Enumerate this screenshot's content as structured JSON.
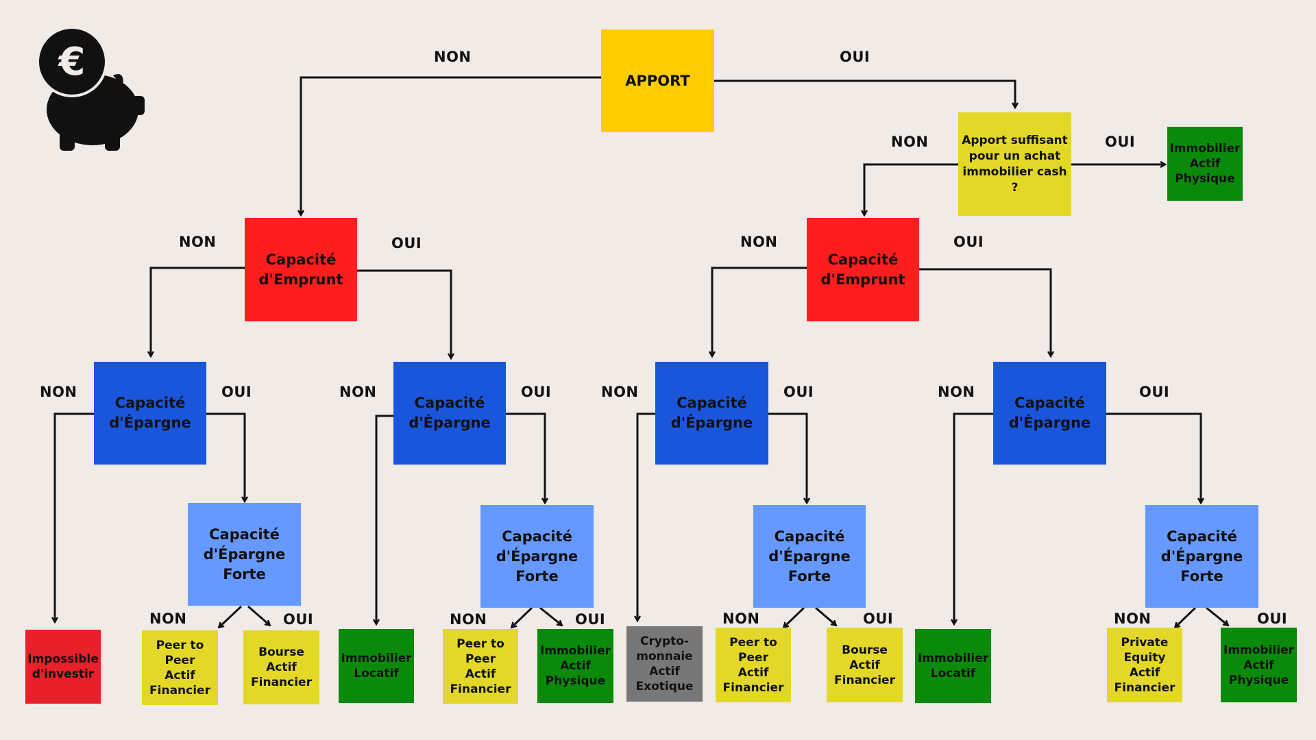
{
  "icons": {
    "logo": "piggy-bank-euro-icon",
    "currency": "euro-icon"
  },
  "colors": {
    "background": "#f0ebe7",
    "apport": "#ffcc00",
    "emprunt": "#ff1d1d",
    "epargne": "#1a56db",
    "forte": "#6699ff",
    "yellow_green": "#e3d827",
    "green": "#0a8a0a",
    "grey": "#777777",
    "red_leaf": "#e8202a"
  },
  "root": {
    "label": "APPORT",
    "no": "NON",
    "yes": "OUI"
  },
  "cash_check": {
    "label": "Apport suffisant\npour un achat\nimmobilier cash ?",
    "no": "NON",
    "yes": "OUI"
  },
  "cash_leaf": "Immobilier\nActif\nPhysique",
  "left": {
    "emprunt": {
      "label": "Capacité\nd'Emprunt",
      "no": "NON",
      "yes": "OUI"
    },
    "a": {
      "epargne": {
        "label": "Capacité\nd'Épargne",
        "no": "NON",
        "yes": "OUI"
      },
      "no_leaf": "Impossible\nd'investir",
      "forte": {
        "label": "Capacité\nd'Épargne\nForte",
        "no": "NON",
        "yes": "OUI"
      },
      "forte_no_leaf": "Peer to\nPeer\nActif\nFinancier",
      "forte_yes_leaf": "Bourse\nActif\nFinancier"
    },
    "b": {
      "epargne": {
        "label": "Capacité\nd'Épargne",
        "no": "NON",
        "yes": "OUI"
      },
      "no_leaf": "Immobilier\nLocatif",
      "forte": {
        "label": "Capacité\nd'Épargne\nForte",
        "no": "NON",
        "yes": "OUI"
      },
      "forte_no_leaf": "Peer to\nPeer\nActif\nFinancier",
      "forte_yes_leaf": "Immobilier\nActif\nPhysique"
    }
  },
  "right": {
    "emprunt": {
      "label": "Capacité\nd'Emprunt",
      "no": "NON",
      "yes": "OUI"
    },
    "a": {
      "epargne": {
        "label": "Capacité\nd'Épargne",
        "no": "NON",
        "yes": "OUI"
      },
      "no_leaf": "Crypto-\nmonnaie\nActif\nExotique",
      "forte": {
        "label": "Capacité\nd'Épargne\nForte",
        "no": "NON",
        "yes": "OUI"
      },
      "forte_no_leaf": "Peer to\nPeer\nActif\nFinancier",
      "forte_yes_leaf": "Bourse\nActif\nFinancier"
    },
    "b": {
      "epargne": {
        "label": "Capacité\nd'Épargne",
        "no": "NON",
        "yes": "OUI"
      },
      "no_leaf": "Immobilier\nLocatif",
      "forte": {
        "label": "Capacité\nd'Épargne\nForte",
        "no": "NON",
        "yes": "OUI"
      },
      "forte_no_leaf": "Private\nEquity\nActif\nFinancier",
      "forte_yes_leaf": "Immobilier\nActif\nPhysique"
    }
  }
}
